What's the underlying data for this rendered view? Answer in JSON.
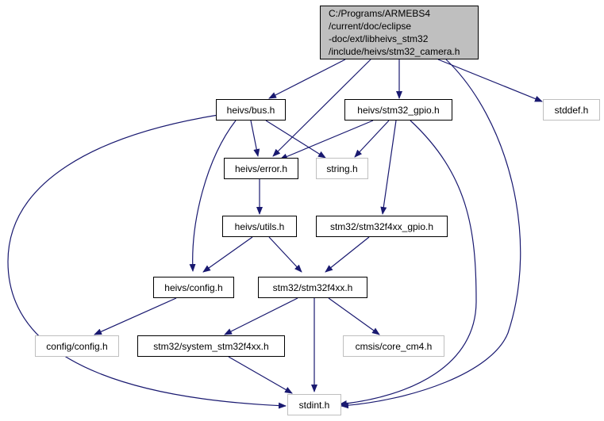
{
  "colors": {
    "edge": "#191970",
    "root_fill": "#bfbfbf",
    "node_border": "#000000",
    "external_border": "#bfbfbf"
  },
  "root": {
    "lines": [
      "C:/Programs/ARMEBS4",
      "/current/doc/eclipse",
      "-doc/ext/libheivs_stm32",
      "/include/heivs/stm32_camera.h"
    ]
  },
  "nodes": {
    "bus": "heivs/bus.h",
    "gpio": "heivs/stm32_gpio.h",
    "stddef": "stddef.h",
    "error": "heivs/error.h",
    "string": "string.h",
    "utils": "heivs/utils.h",
    "f4gpio": "stm32/stm32f4xx_gpio.h",
    "config": "heivs/config.h",
    "f4xx": "stm32/stm32f4xx.h",
    "cconfig": "config/config.h",
    "system": "stm32/system_stm32f4xx.h",
    "cmsis": "cmsis/core_cm4.h",
    "stdint": "stdint.h"
  }
}
